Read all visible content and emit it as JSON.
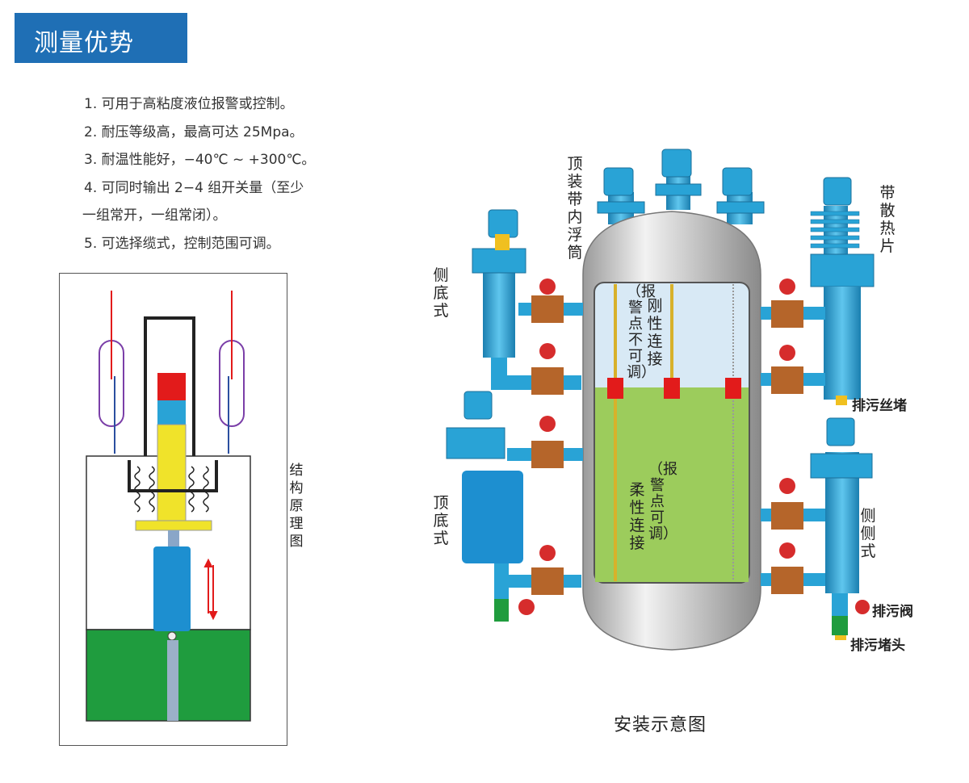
{
  "header": {
    "title": "测量优势"
  },
  "advantages": [
    "1. 可用于高粘度液位报警或控制。",
    "2. 耐压等级高，最高可达 25Mpa。",
    "3. 耐温性能好，−40℃ ~ +300℃。",
    "4. 可同时输出 2−4 组开关量（至少",
    "一组常开，一组常闭）。",
    "5. 可选择缆式，控制范围可调。"
  ],
  "structure_diagram": {
    "label": "结构原理图"
  },
  "install_diagram": {
    "caption": "安装示意图",
    "labels": {
      "top_float": "顶装带内浮筒",
      "side_bottom": "侧底式",
      "top_bottom": "顶底式",
      "fins": "带散热片",
      "side_side": "侧侧式",
      "plug_screw": "排污丝堵",
      "drain_valve": "排污阀",
      "drain_plug": "排污堵头",
      "rigid": "刚性连接",
      "rigid_note": "（报警点不可调）",
      "flexible": "柔性连接",
      "flexible_note": "（报警点可调）"
    }
  },
  "colors": {
    "title_bg": "#1f6fb5",
    "pipe_blue": "#29a3d6",
    "tank_grey": "#c8c8c8",
    "liquid_green": "#9ccc5c",
    "valve_brown": "#b5652a",
    "handwheel_red": "#d62c2c",
    "switch_red": "#e21b1b",
    "float_yellow": "#f0e32a",
    "bath_green": "#1f9c3e"
  }
}
